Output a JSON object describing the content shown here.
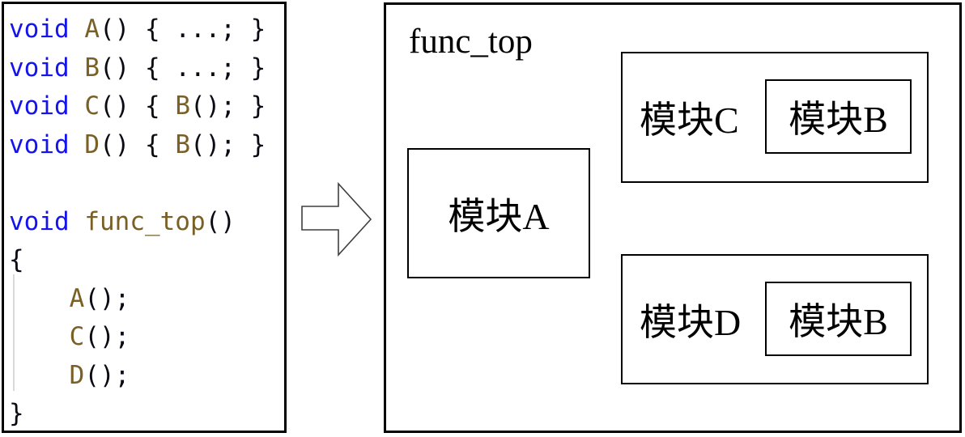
{
  "code_panel": {
    "lines": [
      {
        "segments": [
          {
            "c": "kw",
            "s": "void"
          },
          {
            "c": "pl",
            "s": " "
          },
          {
            "c": "fn",
            "s": "A"
          },
          {
            "c": "pl",
            "s": "() { ...; }"
          }
        ]
      },
      {
        "segments": [
          {
            "c": "kw",
            "s": "void"
          },
          {
            "c": "pl",
            "s": " "
          },
          {
            "c": "fn",
            "s": "B"
          },
          {
            "c": "pl",
            "s": "() { ...; }"
          }
        ]
      },
      {
        "segments": [
          {
            "c": "kw",
            "s": "void"
          },
          {
            "c": "pl",
            "s": " "
          },
          {
            "c": "fn",
            "s": "C"
          },
          {
            "c": "pl",
            "s": "() { "
          },
          {
            "c": "fn",
            "s": "B"
          },
          {
            "c": "pl",
            "s": "(); }"
          }
        ]
      },
      {
        "segments": [
          {
            "c": "kw",
            "s": "void"
          },
          {
            "c": "pl",
            "s": " "
          },
          {
            "c": "fn",
            "s": "D"
          },
          {
            "c": "pl",
            "s": "() { "
          },
          {
            "c": "fn",
            "s": "B"
          },
          {
            "c": "pl",
            "s": "(); }"
          }
        ]
      },
      {
        "segments": []
      },
      {
        "segments": [
          {
            "c": "kw",
            "s": "void"
          },
          {
            "c": "pl",
            "s": " "
          },
          {
            "c": "fn",
            "s": "func_top"
          },
          {
            "c": "pl",
            "s": "()"
          }
        ]
      },
      {
        "segments": [
          {
            "c": "pl",
            "s": "{"
          }
        ]
      },
      {
        "segments": [
          {
            "c": "pl",
            "s": "    "
          },
          {
            "c": "fn",
            "s": "A"
          },
          {
            "c": "pl",
            "s": "();"
          }
        ]
      },
      {
        "segments": [
          {
            "c": "pl",
            "s": "    "
          },
          {
            "c": "fn",
            "s": "C"
          },
          {
            "c": "pl",
            "s": "();"
          }
        ]
      },
      {
        "segments": [
          {
            "c": "pl",
            "s": "    "
          },
          {
            "c": "fn",
            "s": "D"
          },
          {
            "c": "pl",
            "s": "();"
          }
        ]
      },
      {
        "segments": [
          {
            "c": "pl",
            "s": "}"
          }
        ]
      }
    ]
  },
  "arrow": {
    "semantic": "transforms-into"
  },
  "diagram": {
    "title": "func_top",
    "boxes": {
      "module_a": {
        "label": "模块A"
      },
      "module_c": {
        "label": "模块C"
      },
      "module_b_in_c": {
        "label": "模块B"
      },
      "module_d": {
        "label": "模块D"
      },
      "module_b_in_d": {
        "label": "模块B"
      }
    }
  },
  "colors": {
    "keyword": "#1414EE",
    "function_name": "#7A5F26",
    "plain_code": "#0A0A14",
    "panel_border": "#000000",
    "arrow_outline": "#3F3F3F",
    "indent_guide": "#D9D9D9"
  }
}
